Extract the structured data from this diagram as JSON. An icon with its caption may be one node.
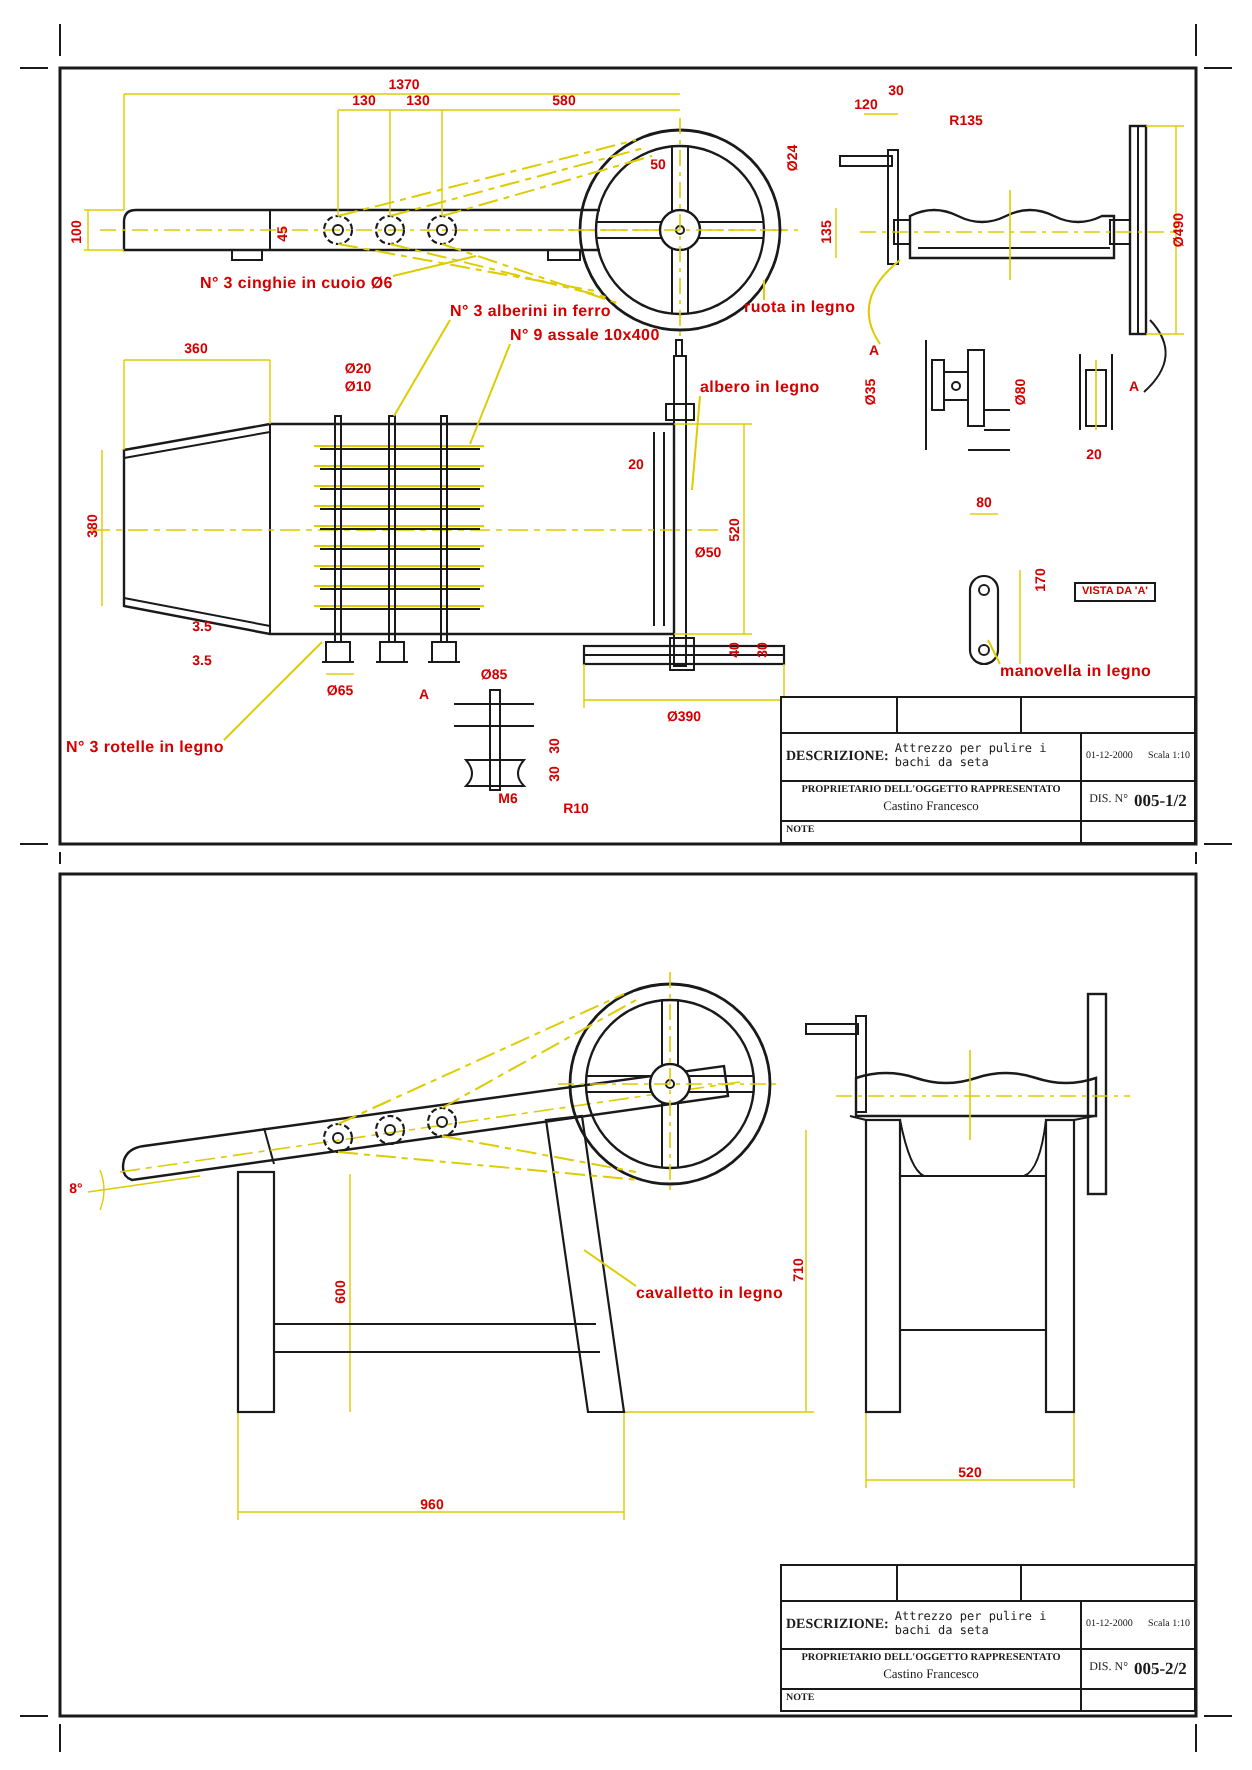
{
  "diagram": {
    "nodes": [
      {
        "text": [
          "N° 3 cinghie in cuoio Ø6"
        ]
      },
      {
        "text": [
          "N° 3 alberini in ferro"
        ]
      },
      {
        "text": [
          "N° 9 assale 10x400"
        ]
      },
      {
        "text": [
          "ruota in legno"
        ]
      },
      {
        "text": [
          "albero in legno"
        ]
      },
      {
        "text": [
          "manovella in legno"
        ]
      },
      {
        "text": [
          "N° 3 rotelle in legno"
        ]
      },
      {
        "text": [
          "cavalletto in legno"
        ]
      },
      {
        "text": [
          "VISTA DA 'A'"
        ]
      },
      {
        "text": [
          "DESCRIZIONE:",
          "Attrezzo per pulire i bachi da seta",
          "01-12-2000",
          "Scala 1:10",
          "DIS. N°",
          "005-1/2",
          "PROPRIETARIO DELL'OGGETTO RAPPRESENTATO",
          "Castino Francesco",
          "NOTE"
        ]
      },
      {
        "text": [
          "DESCRIZIONE:",
          "Attrezzo per pulire i bachi da seta",
          "01-12-2000",
          "Scala 1:10",
          "DIS. N°",
          "005-2/2",
          "PROPRIETARIO DELL'OGGETTO RAPPRESENTATO",
          "Castino Francesco",
          "NOTE"
        ]
      }
    ],
    "edges": [
      {
        "from": 0,
        "to": null,
        "arrow": "none"
      },
      {
        "from": 1,
        "to": null,
        "arrow": "none"
      },
      {
        "from": 2,
        "to": null,
        "arrow": "none"
      },
      {
        "from": 3,
        "to": null,
        "arrow": "none"
      },
      {
        "from": 4,
        "to": null,
        "arrow": "none"
      },
      {
        "from": 5,
        "to": null,
        "arrow": "none"
      },
      {
        "from": 6,
        "to": null,
        "arrow": "none"
      },
      {
        "from": 7,
        "to": null,
        "arrow": "none"
      }
    ],
    "labels": [
      "1370",
      "130",
      "130",
      "580",
      "100",
      "45",
      "50",
      "120",
      "30",
      "Ø24",
      "R135",
      "135",
      "Ø490",
      "A",
      "Ø35",
      "Ø80",
      "A",
      "20",
      "360",
      "Ø20",
      "Ø10",
      "20",
      "380",
      "Ø50",
      "520",
      "3.5",
      "3.5",
      "Ø65",
      "A",
      "Ø85",
      "30",
      "30",
      "M6",
      "R10",
      "Ø390",
      "40",
      "30",
      "80",
      "170",
      "8°",
      "600",
      "710",
      "960",
      "520"
    ]
  }
}
